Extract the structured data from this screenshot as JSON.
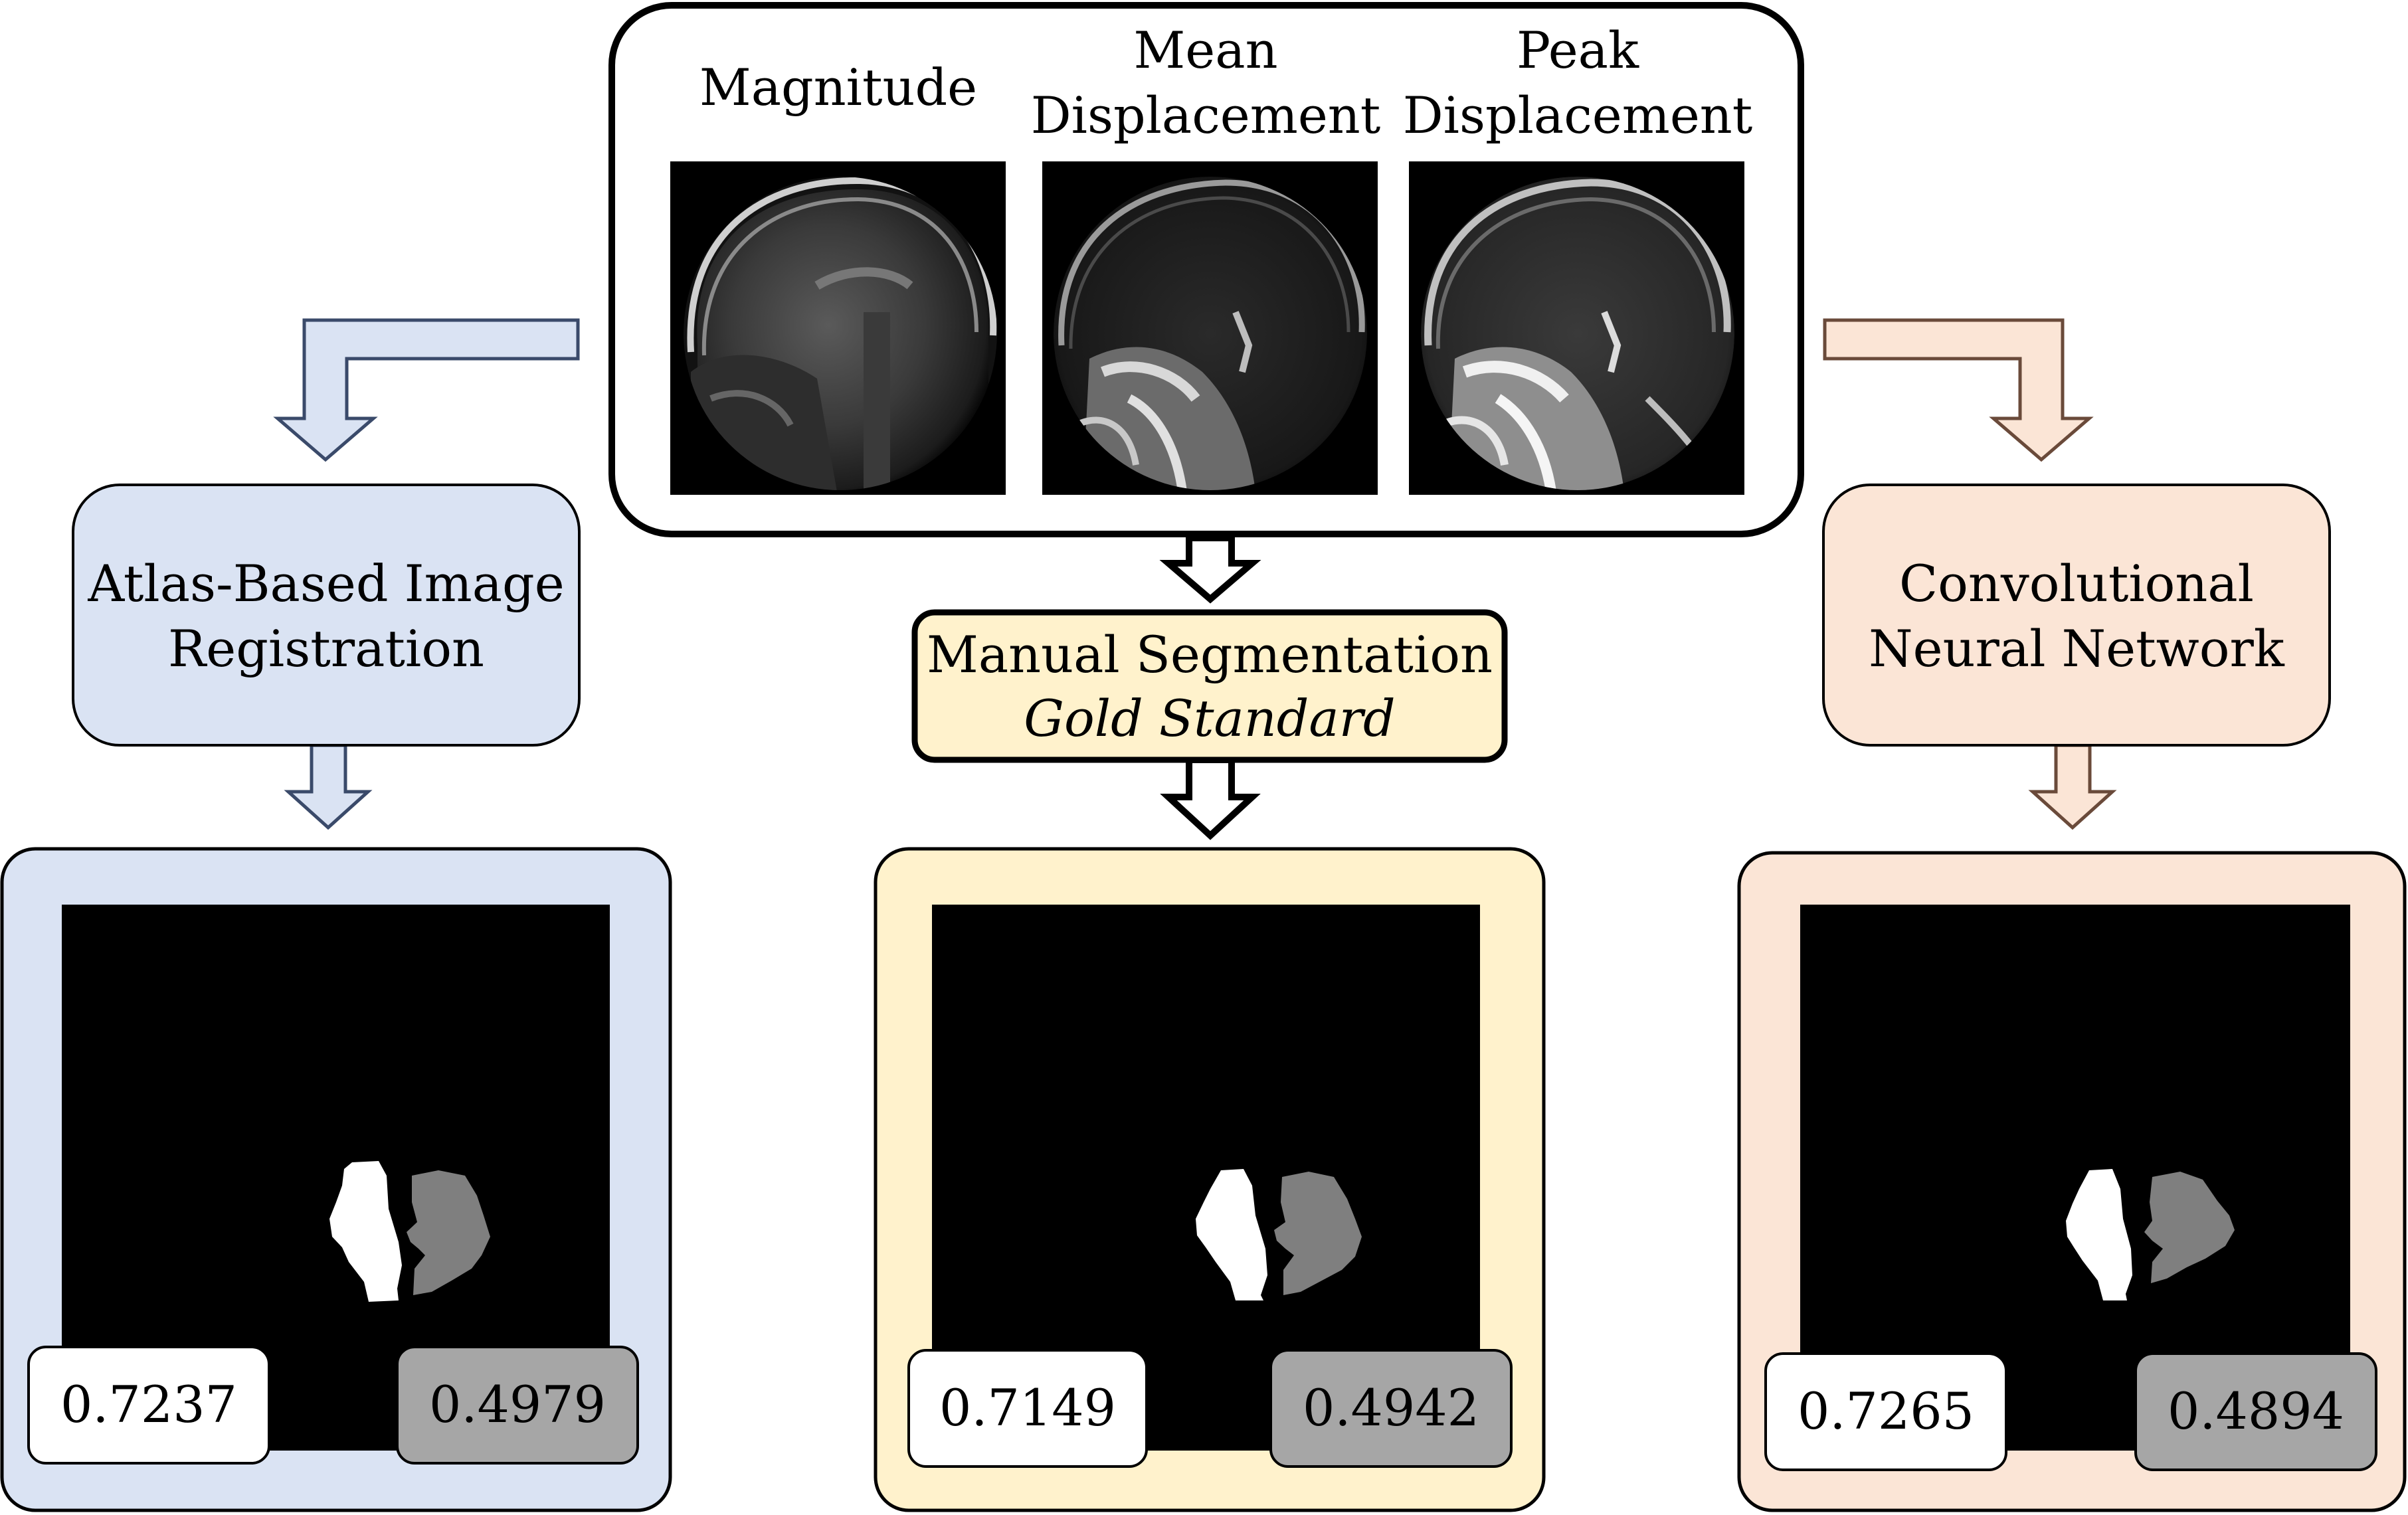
{
  "input_panel": {
    "images": [
      {
        "label_lines": [
          "Magnitude"
        ],
        "icon": "mri-magnitude-image"
      },
      {
        "label_lines": [
          "Mean",
          "Displacement"
        ],
        "icon": "mri-mean-displacement-image"
      },
      {
        "label_lines": [
          "Peak",
          "Displacement"
        ],
        "icon": "mri-peak-displacement-image"
      }
    ]
  },
  "methods": {
    "atlas": {
      "label_lines": [
        "Atlas-Based Image",
        "Registration"
      ],
      "fill": "#dae3f3"
    },
    "manual": {
      "label_lines": [
        "Manual Segmentation",
        "Gold Standard"
      ],
      "fill": "#fff2cc"
    },
    "cnn": {
      "label_lines": [
        "Convolutional",
        "Neural Network"
      ],
      "fill": "#fbe5d6"
    }
  },
  "results": [
    {
      "method": "Atlas-Based Image Registration",
      "score_white": "0.7237",
      "score_gray": "0.4979"
    },
    {
      "method": "Manual Segmentation",
      "score_white": "0.7149",
      "score_gray": "0.4942"
    },
    {
      "method": "Convolutional Neural Network",
      "score_white": "0.7265",
      "score_gray": "0.4894"
    }
  ],
  "colors": {
    "atlas": "#dae3f3",
    "manual": "#fff2cc",
    "cnn": "#fbe5d6",
    "segmentation_white": "#ffffff",
    "segmentation_gray": "#7f7f7f",
    "score_gray_box": "#a6a6a6",
    "outline": "#000000"
  }
}
